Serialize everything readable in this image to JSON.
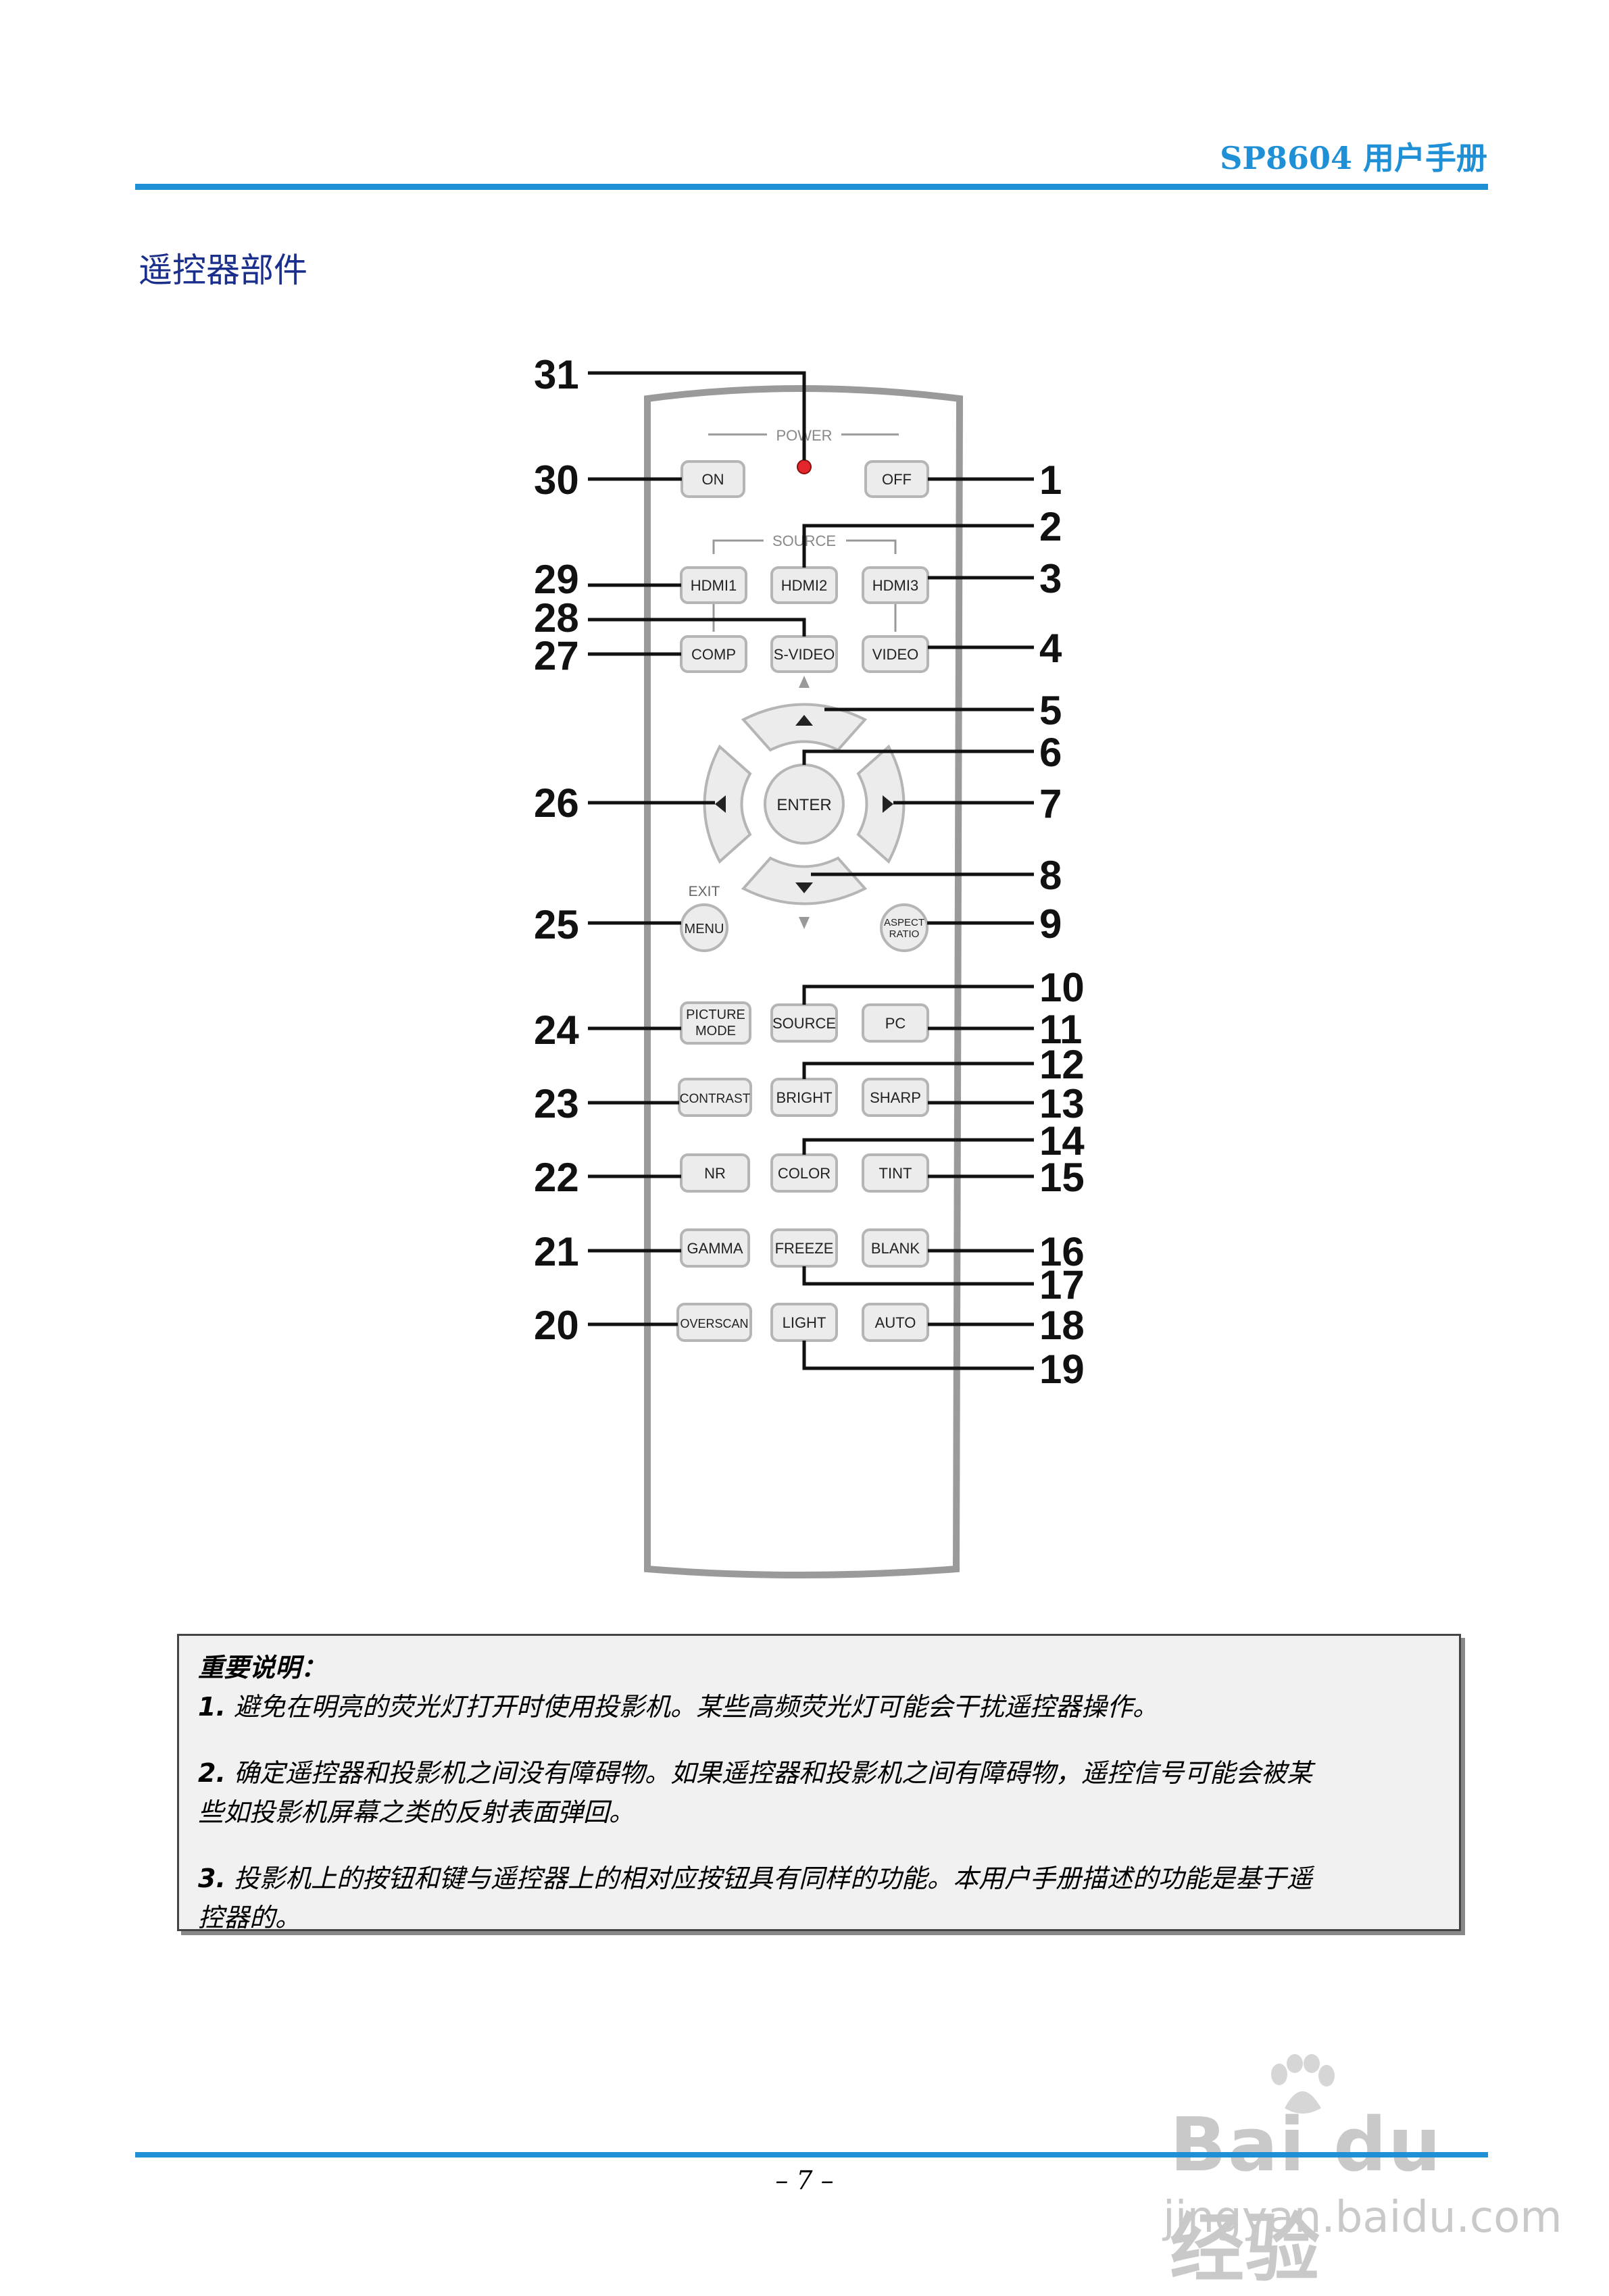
{
  "header": {
    "title": "SP8604 用户手册"
  },
  "section_title": "遥控器部件",
  "remote": {
    "power_label": "POWER",
    "source_label": "SOURCE",
    "exit_label": "EXIT",
    "buttons": {
      "on": "ON",
      "off": "OFF",
      "hdmi1": "HDMI1",
      "hdmi2": "HDMI2",
      "hdmi3": "HDMI3",
      "comp": "COMP",
      "svideo": "S-VIDEO",
      "video": "VIDEO",
      "enter": "ENTER",
      "menu": "MENU",
      "aspect_1": "ASPECT",
      "aspect_2": "RATIO",
      "picture_1": "PICTURE",
      "picture_2": "MODE",
      "source": "SOURCE",
      "pc": "PC",
      "contrast": "CONTRAST",
      "bright": "BRIGHT",
      "sharp": "SHARP",
      "nr": "NR",
      "color": "COLOR",
      "tint": "TINT",
      "gamma": "GAMMA",
      "freeze": "FREEZE",
      "blank": "BLANK",
      "overscan": "OVERSCAN",
      "light": "LIGHT",
      "auto": "AUTO"
    },
    "callouts": {
      "n1": "1",
      "n2": "2",
      "n3": "3",
      "n4": "4",
      "n5": "5",
      "n6": "6",
      "n7": "7",
      "n8": "8",
      "n9": "9",
      "n10": "10",
      "n11": "11",
      "n12": "12",
      "n13": "13",
      "n14": "14",
      "n15": "15",
      "n16": "16",
      "n17": "17",
      "n18": "18",
      "n19": "19",
      "n20": "20",
      "n21": "21",
      "n22": "22",
      "n23": "23",
      "n24": "24",
      "n25": "25",
      "n26": "26",
      "n27": "27",
      "n28": "28",
      "n29": "29",
      "n30": "30",
      "n31": "31"
    }
  },
  "note": {
    "title": "重要说明：",
    "items": [
      {
        "num": "1.",
        "text": "避免在明亮的荧光灯打开时使用投影机。某些高频荧光灯可能会干扰遥控器操作。"
      },
      {
        "num": "2.",
        "text": "确定遥控器和投影机之间没有障碍物。如果遥控器和投影机之间有障碍物，遥控信号可能会被某",
        "text2": "些如投影机屏幕之类的反射表面弹回。"
      },
      {
        "num": "3.",
        "text": "投影机上的按钮和键与遥控器上的相对应按钮具有同样的功能。本用户手册描述的功能是基于遥",
        "text2": "控器的。"
      }
    ]
  },
  "footer": {
    "page": "– 7 –"
  },
  "watermark": {
    "logo": "Bai du 经验",
    "url": "jingyan.baidu.com"
  },
  "colors": {
    "accent": "#1f8fd6",
    "title": "#1a2f8c",
    "led": "#e2262b"
  }
}
